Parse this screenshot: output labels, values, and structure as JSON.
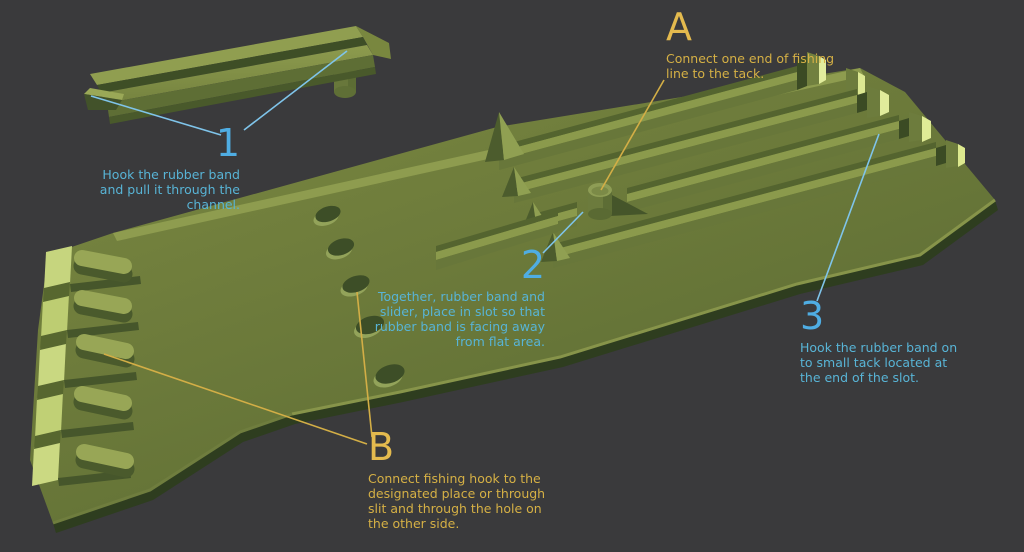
{
  "canvas": {
    "background": "#3a3a3c"
  },
  "palette": {
    "bg": "#3a3a3c",
    "blue": "#4fade3",
    "blue_text": "#58b4d6",
    "orange": "#e4ba4e",
    "orange_text": "#d5b045",
    "leader_blue": "#7fc4ea",
    "leader_orange": "#d3ae46",
    "board_green": "#6e7c3c",
    "board_light_edge": "#c9d77f",
    "board_shadow": "#2e3d1f"
  },
  "annotations": {
    "note_1": {
      "label": "1",
      "text": "Hook the rubber band\nand pull it through the\nchannel."
    },
    "note_2": {
      "label": "2",
      "text": "Together, rubber band and\nslider, place in slot so that\nrubber band is facing away\nfrom flat area."
    },
    "note_3": {
      "label": "3",
      "text": "Hook the rubber band on\nto small tack located at\nthe end of the slot."
    },
    "note_a": {
      "label": "A",
      "text": "Connect one end of fishing\nline to the tack."
    },
    "note_b": {
      "label": "B",
      "text": "Connect fishing hook to the\ndesignated place or through\nslit and through the hole on\nthe other side."
    }
  }
}
